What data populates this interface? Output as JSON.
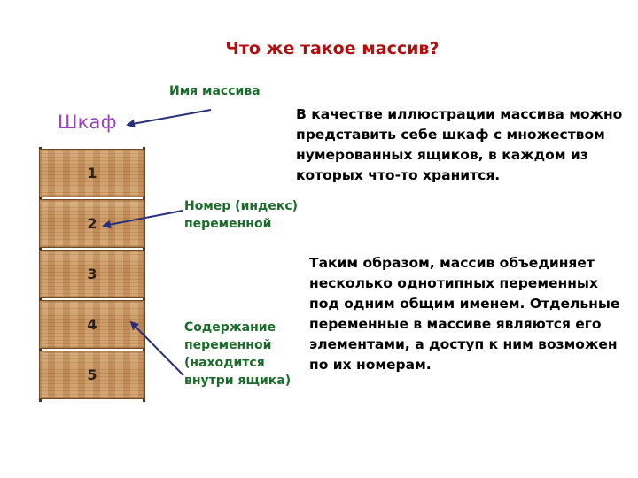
{
  "title": "Что же такое массив?",
  "labels": {
    "array_name": "Имя массива",
    "index": "Номер (индекс) переменной",
    "content": "Содержание переменной (находится внутри ящика)"
  },
  "cabinet": {
    "word": "Шкаф",
    "drawers": [
      "1",
      "2",
      "3",
      "4",
      "5"
    ]
  },
  "paragraphs": {
    "illustration": "В качестве иллюстрации массива можно представить себе шкаф с множеством нумерованных ящиков, в каждом из которых что-то хранится.",
    "summary": "Таким образом, массив объединяет несколько однотипных переменных под одним общим именем. Отдельные переменные в массиве являются его элементами, а доступ к ним возможен по их номерам."
  },
  "colors": {
    "title": "#b01010",
    "labels": "#1b6b2a",
    "word": "#9b3fbf",
    "arrows": "#2a2f7a"
  }
}
